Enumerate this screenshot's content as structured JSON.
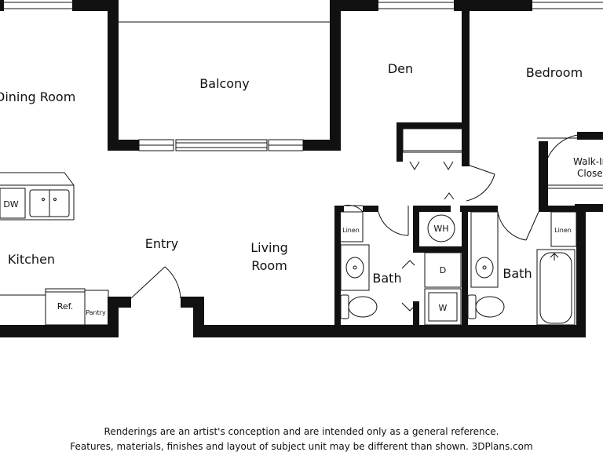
{
  "rooms": {
    "dining": "Dining Room",
    "balcony": "Balcony",
    "den": "Den",
    "bedroom": "Bedroom",
    "walkin_line1": "Walk-In",
    "walkin_line2": "Closet",
    "kitchen": "Kitchen",
    "entry": "Entry",
    "living_line1": "Living",
    "living_line2": "Room",
    "bath1": "Bath",
    "bath2": "Bath"
  },
  "fixtures": {
    "dw": "DW",
    "ref": "Ref.",
    "pantry": "Pantry",
    "linen1": "Linen",
    "linen2": "Linen",
    "wh": "WH",
    "dryer": "D",
    "washer": "W"
  },
  "disclaimer": {
    "line1": "Renderings are an artist's conception and are intended only as a general reference.",
    "line2": "Features, materials, finishes and layout of subject unit may be different than shown. 3DPlans.com"
  }
}
